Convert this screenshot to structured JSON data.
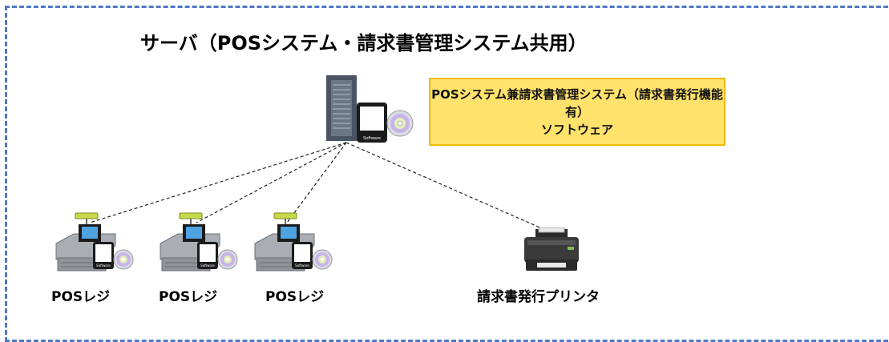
{
  "diagram": {
    "title": "サーバ（POSシステム・請求書管理システム共用）",
    "callout": {
      "line1": "POSシステム兼請求書管理システム（請求書発行機能有）",
      "line2": "ソフトウェア"
    },
    "software_label": "Software",
    "pos_labels": [
      "POSレジ",
      "POSレジ",
      "POSレジ"
    ],
    "printer_label": "請求書発行プリンタ",
    "colors": {
      "frame": "#4f79c4",
      "callout_fill": "#ffe26b",
      "callout_border": "#f2b900"
    },
    "icons": {
      "server": "server-icon",
      "pos": "pos-register-icon",
      "printer": "printer-icon",
      "disc": "disc-icon",
      "tablet": "tablet-icon"
    }
  }
}
